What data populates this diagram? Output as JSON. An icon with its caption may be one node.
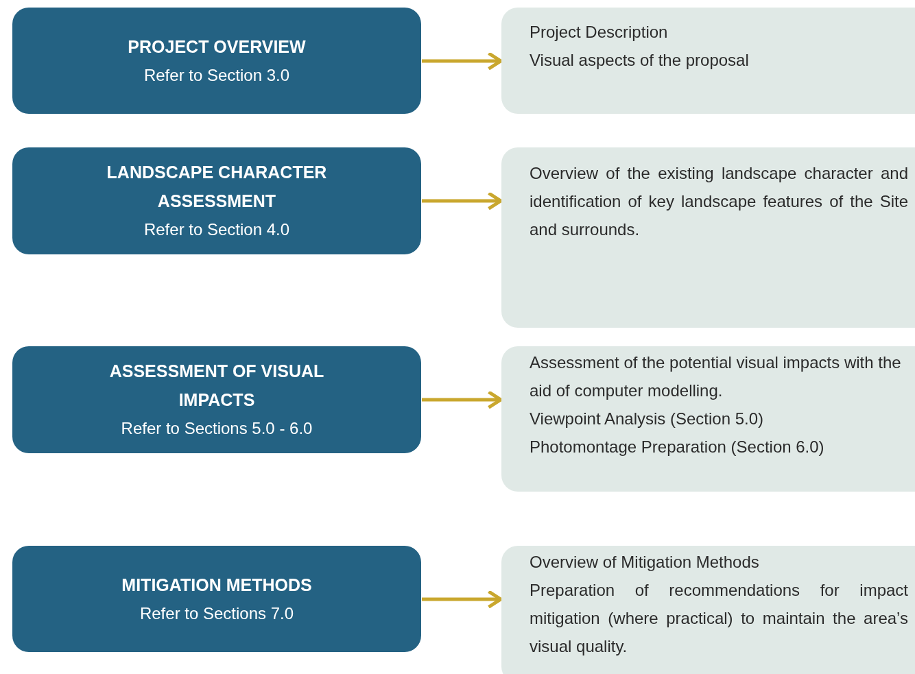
{
  "diagram": {
    "nodes": [
      {
        "text": [
          "PROJECT OVERVIEW",
          "Refer to Section 3.0"
        ]
      },
      {
        "text": [
          "Project Description",
          "Visual aspects of the proposal"
        ]
      },
      {
        "text": [
          "LANDSCAPE CHARACTER ASSESSMENT",
          "Refer to Section 4.0"
        ]
      },
      {
        "text": [
          "Overview of the existing landscape character and identification of key landscape features of the Site and surrounds."
        ]
      },
      {
        "text": [
          "ASSESSMENT OF VISUAL IMPACTS",
          "Refer to Sections 5.0 - 6.0"
        ]
      },
      {
        "text": [
          "Assessment of the potential visual impacts with the aid of computer modelling.",
          "Viewpoint Analysis (Section 5.0)",
          "Photomontage Preparation (Section 6.0)"
        ]
      },
      {
        "text": [
          "MITIGATION METHODS",
          "Refer to Sections 7.0"
        ]
      },
      {
        "text": [
          "Overview of Mitigation Methods",
          "Preparation of recommendations for impact mitigation (where practical) to maintain the area’s visual quality."
        ]
      }
    ],
    "edges": [
      {
        "from": 0,
        "to": 1,
        "arrow": "to"
      },
      {
        "from": 2,
        "to": 3,
        "arrow": "to"
      },
      {
        "from": 4,
        "to": 5,
        "arrow": "to"
      },
      {
        "from": 6,
        "to": 7,
        "arrow": "to"
      }
    ]
  }
}
